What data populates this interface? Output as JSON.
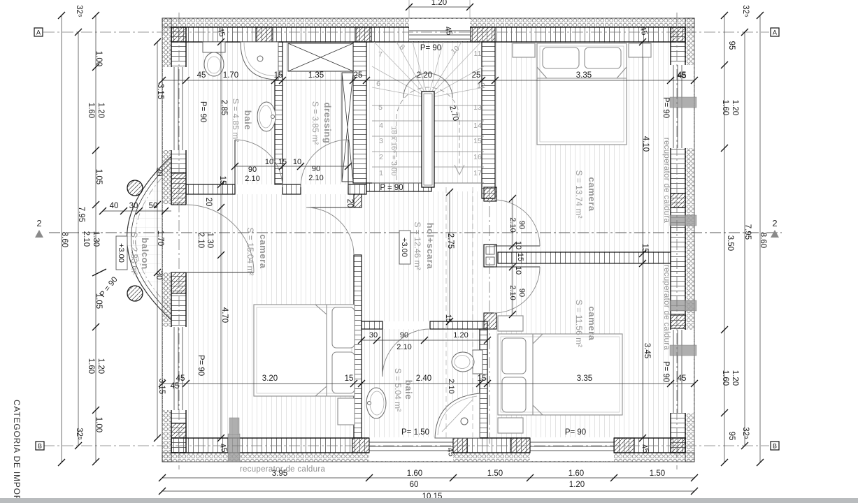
{
  "axes": {
    "a_left": "A",
    "a_right": "A",
    "b_left": "B",
    "b_right": "B",
    "section_left": "2",
    "section_right": "2"
  },
  "side_note": "CATEGORIA DE IMPOR",
  "rooms": {
    "baie1": {
      "name": "baie",
      "area": "S = 4.85 m²"
    },
    "dressing": {
      "name": "dressing",
      "area": "S = 3.85 m²"
    },
    "camera1": {
      "name": "camera",
      "area": "S = 13.74 m²"
    },
    "camera2": {
      "name": "camera",
      "area": "S = 15.04 m²"
    },
    "hol": {
      "name": "hol+scara",
      "area": "S = 12.46 m²",
      "level": "+3.00"
    },
    "camera3": {
      "name": "camera",
      "area": "S = 11.56 m²"
    },
    "baie2": {
      "name": "baie",
      "area": "S = 5.04 m²"
    },
    "balcon": {
      "name": "balcon",
      "area": "S = 2.83 m²",
      "level": "+3.00"
    }
  },
  "annotations": {
    "recuperator_right_top": "recuperator de caldura",
    "recuperator_right_bottom": "recuperator de caldura",
    "recuperator_bottom": "recuperator de caldura"
  },
  "parapets": [
    "P= 90",
    "P= 90",
    "P = 90",
    "P= 90",
    "P = 90",
    "P= 90",
    "P= 90",
    "P= 90",
    "P= 1.50"
  ],
  "dims": {
    "top_chain": [
      "45",
      "1.70",
      "15",
      "1.35",
      "25",
      "2.20",
      "25",
      "3.35",
      "45"
    ],
    "top_window": "1.20",
    "wall_thickness": [
      "45",
      "45",
      "45",
      "45",
      "45",
      "45"
    ],
    "left_outer": [
      "32⁵",
      "1.00",
      "1.60",
      "1.20",
      "1.05",
      "2.10",
      "1.30",
      "1.05",
      "1.60",
      "1.20",
      "1.00",
      "32⁵",
      "7.95",
      "8.60"
    ],
    "right_outer": [
      "32⁵",
      "95",
      "1.60",
      "1.20",
      "3.50",
      "1.60",
      "1.20",
      "95",
      "32⁵",
      "7.95",
      "8.60"
    ],
    "balcony_chain": [
      "3.15",
      "30",
      "40",
      "30",
      "50",
      "1.70",
      "30",
      "3.15",
      "45"
    ],
    "left_room_chain": [
      "2.85",
      "15",
      "20",
      "20",
      "2.10",
      "1.30",
      "4.70"
    ],
    "hall_doors": [
      "90",
      "2.10",
      "10",
      "15",
      "10",
      "90",
      "2.10"
    ],
    "right_doors": [
      "90",
      "2.10",
      "10",
      "15",
      "10",
      "90",
      "2.10"
    ],
    "right_chain": [
      "4.10",
      "15",
      "3.45",
      "45",
      "45"
    ],
    "bottom_chain": [
      "45",
      "3.20",
      "15",
      "2.40",
      "15",
      "3.35"
    ],
    "baie2_dims": [
      "30",
      "90",
      "2.10",
      "1.20",
      "15",
      "2.10"
    ],
    "bottom_outer": [
      "3.95",
      "1.60",
      "60",
      "1.50",
      "1.60",
      "1.20",
      "1.50",
      "10.15"
    ],
    "hall_width": "2.75",
    "stair": {
      "width": "2.20",
      "depth": "2.70",
      "formula": "18 x 16⁶ = 3.00",
      "steps_left": [
        "1",
        "2",
        "3",
        "4",
        "5",
        "6",
        "7",
        "8"
      ],
      "steps_right": [
        "10",
        "11",
        "12",
        "13",
        "14",
        "15",
        "16",
        "17"
      ]
    }
  }
}
